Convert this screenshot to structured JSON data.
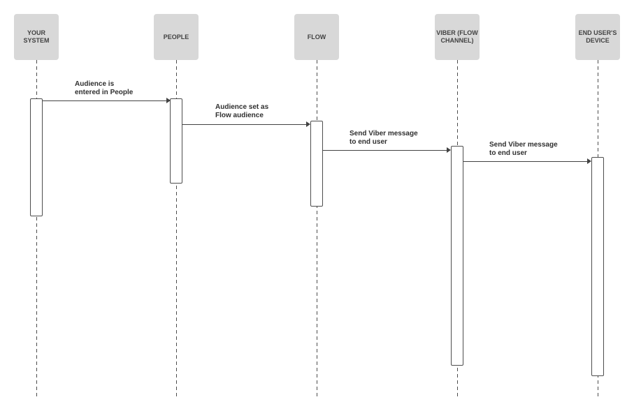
{
  "diagram": {
    "type": "sequence-diagram",
    "actors": [
      {
        "label": "YOUR SYSTEM",
        "lines": [
          "YOUR",
          "SYSTEM"
        ]
      },
      {
        "label": "PEOPLE",
        "lines": [
          "PEOPLE"
        ]
      },
      {
        "label": "FLOW",
        "lines": [
          "FLOW"
        ]
      },
      {
        "label": "VIBER (FLOW CHANNEL)",
        "lines": [
          "VIBER (FLOW",
          "CHANNEL)"
        ]
      },
      {
        "label": "END USER'S DEVICE",
        "lines": [
          "END USER'S",
          "DEVICE"
        ]
      }
    ],
    "messages": [
      {
        "from": "YOUR SYSTEM",
        "to": "PEOPLE",
        "text": "Audience is entered in People",
        "lines": [
          "Audience is",
          "entered in People"
        ]
      },
      {
        "from": "PEOPLE",
        "to": "FLOW",
        "text": "Audience set as Flow audience",
        "lines": [
          "Audience set as",
          "Flow audience"
        ]
      },
      {
        "from": "FLOW",
        "to": "VIBER (FLOW CHANNEL)",
        "text": "Send Viber message to end user",
        "lines": [
          "Send Viber message",
          "to end user"
        ]
      },
      {
        "from": "VIBER (FLOW CHANNEL)",
        "to": "END USER'S DEVICE",
        "text": "Send Viber message to end user",
        "lines": [
          "Send Viber message",
          "to end user"
        ]
      }
    ],
    "icons": {
      "arrowhead": "solid right-pointing triangle"
    },
    "colors": {
      "background": "#ffffff",
      "actor_fill": "#d8d8d8",
      "actor_text": "#424242",
      "line": "#424242",
      "lifeline": "#4d4d4d",
      "activation_fill": "#ffffff",
      "message_text": "#2f2f2f"
    }
  }
}
